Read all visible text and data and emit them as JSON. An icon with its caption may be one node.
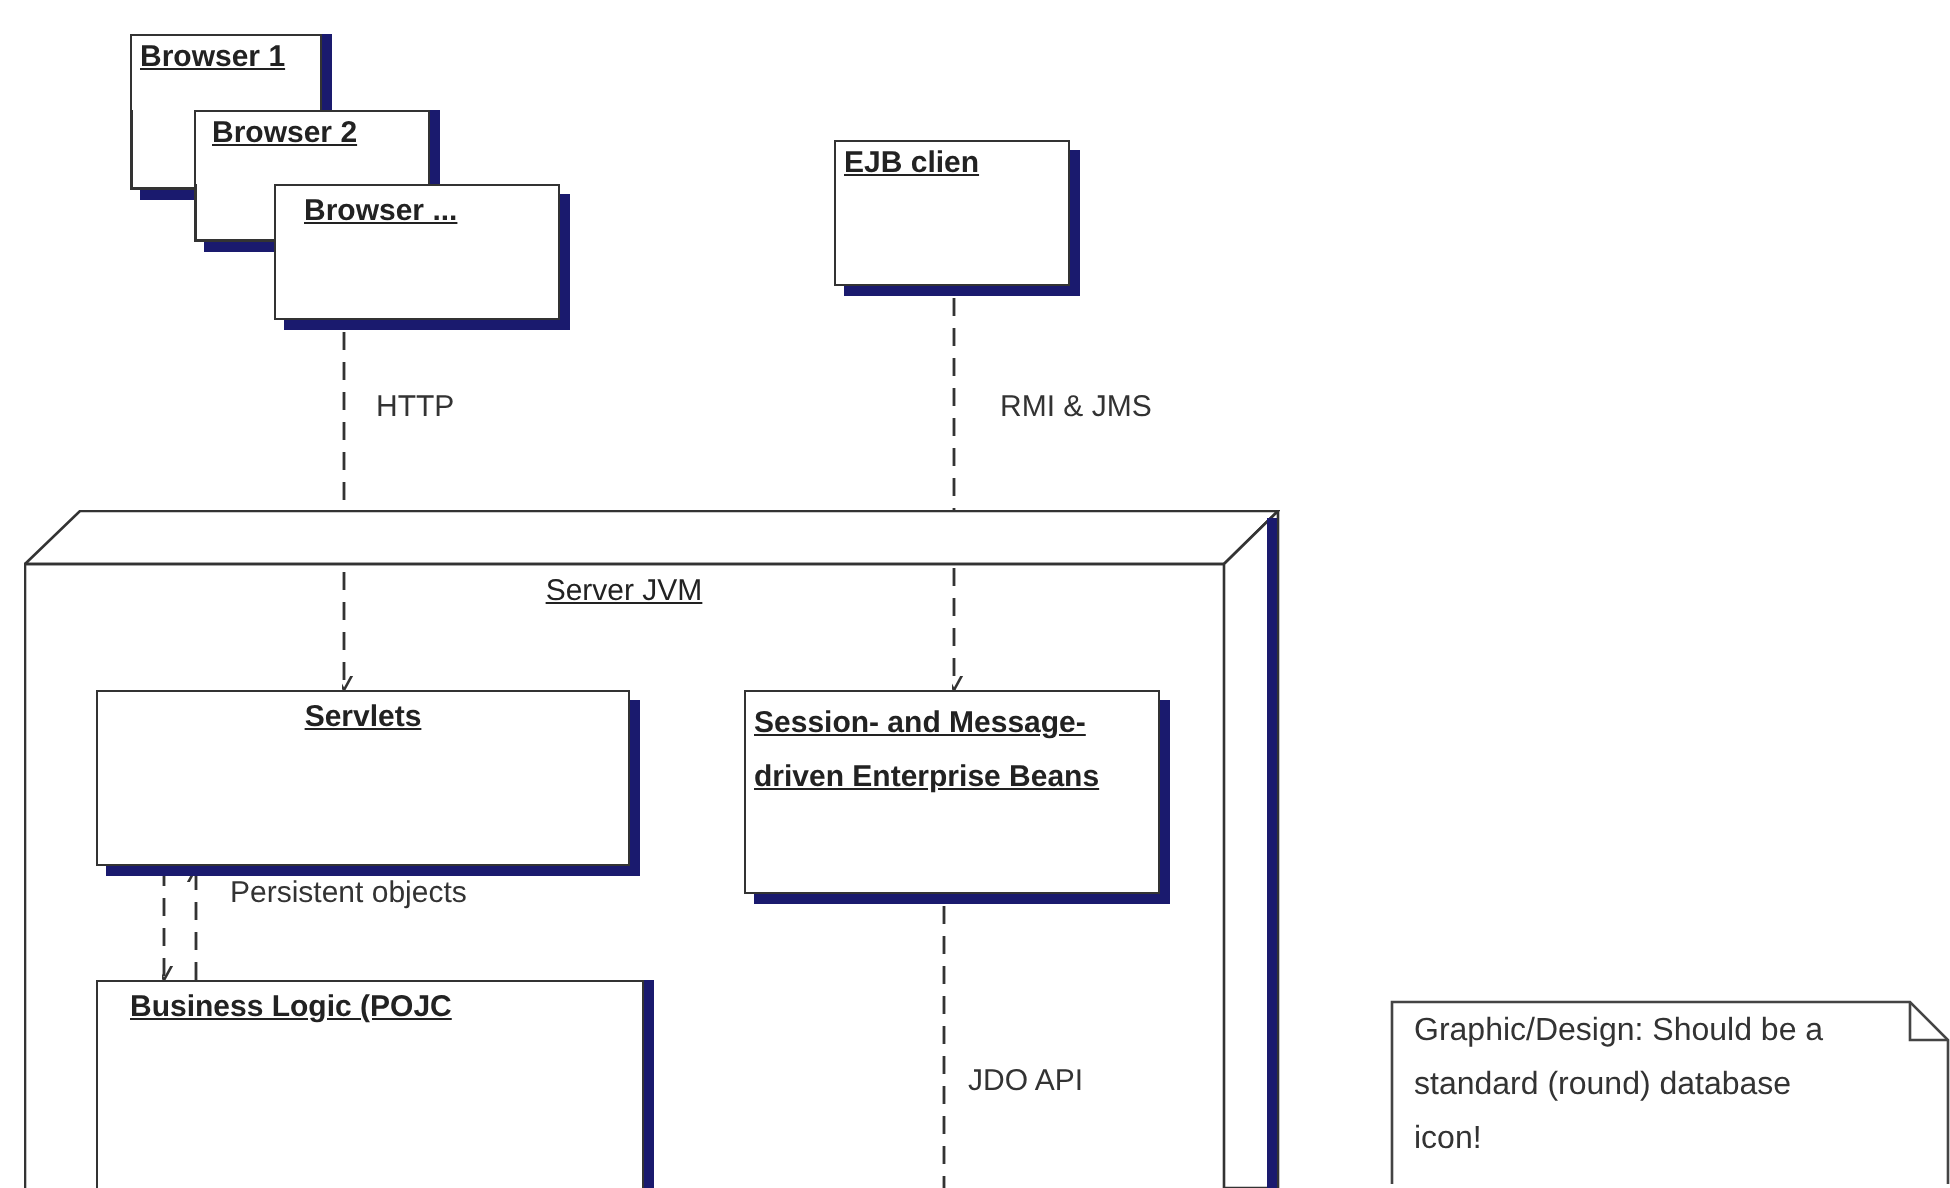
{
  "diagram": {
    "nodes": [
      {
        "text": [
          "Browser 1"
        ]
      },
      {
        "text": [
          "Browser 2"
        ]
      },
      {
        "text": [
          "Browser ..."
        ]
      },
      {
        "text": [
          "EJB clien"
        ]
      },
      {
        "text": [
          "Server JVM"
        ]
      },
      {
        "text": [
          "Servlets"
        ],
        "in": 4
      },
      {
        "text": [
          "Session- and Message-driven Enterprise Beans"
        ],
        "in": 4
      },
      {
        "text": [
          "Business Logic (POJC"
        ],
        "in": 4
      },
      {
        "text": [
          "Graphic/Design: Should be a standard (round) database icon!"
        ]
      }
    ],
    "edges": [
      {
        "from": 2,
        "to": 5,
        "arrow": "to",
        "label": "HTTP",
        "style": "dashed"
      },
      {
        "from": 3,
        "to": 6,
        "arrow": "to",
        "label": "RMI & JMS",
        "style": "dashed"
      },
      {
        "from": 5,
        "to": 7,
        "arrow": "to",
        "style": "dashed"
      },
      {
        "from": 7,
        "to": 5,
        "arrow": "to",
        "label": "Persistent objects",
        "style": "dashed"
      },
      {
        "from": 6,
        "to": null,
        "arrow": "none",
        "label": "JDO API",
        "style": "dashed"
      }
    ]
  }
}
